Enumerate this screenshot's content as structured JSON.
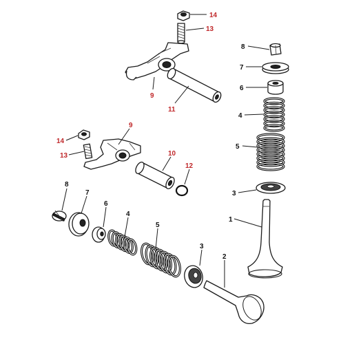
{
  "diagram": {
    "colors": {
      "black_label": "#111111",
      "red_label": "#c0282a",
      "line": "#1a1a1a"
    },
    "callouts": [
      {
        "id": "c14a",
        "text": "14",
        "color": "red"
      },
      {
        "id": "c13a",
        "text": "13",
        "color": "red"
      },
      {
        "id": "c9a",
        "text": "9",
        "color": "red"
      },
      {
        "id": "c11",
        "text": "11",
        "color": "red"
      },
      {
        "id": "c14b",
        "text": "14",
        "color": "red"
      },
      {
        "id": "c13b",
        "text": "13",
        "color": "red"
      },
      {
        "id": "c9b",
        "text": "9",
        "color": "red"
      },
      {
        "id": "c10",
        "text": "10",
        "color": "red"
      },
      {
        "id": "c12",
        "text": "12",
        "color": "red"
      },
      {
        "id": "c8a",
        "text": "8",
        "color": "black"
      },
      {
        "id": "c7a",
        "text": "7",
        "color": "black"
      },
      {
        "id": "c6a",
        "text": "6",
        "color": "black"
      },
      {
        "id": "c4a",
        "text": "4",
        "color": "black"
      },
      {
        "id": "c5a",
        "text": "5",
        "color": "black"
      },
      {
        "id": "c3a",
        "text": "3",
        "color": "black"
      },
      {
        "id": "c1",
        "text": "1",
        "color": "black"
      },
      {
        "id": "c8b",
        "text": "8",
        "color": "black"
      },
      {
        "id": "c7b",
        "text": "7",
        "color": "black"
      },
      {
        "id": "c6b",
        "text": "6",
        "color": "black"
      },
      {
        "id": "c4b",
        "text": "4",
        "color": "black"
      },
      {
        "id": "c5b",
        "text": "5",
        "color": "black"
      },
      {
        "id": "c3b",
        "text": "3",
        "color": "black"
      },
      {
        "id": "c2",
        "text": "2",
        "color": "black"
      }
    ]
  }
}
